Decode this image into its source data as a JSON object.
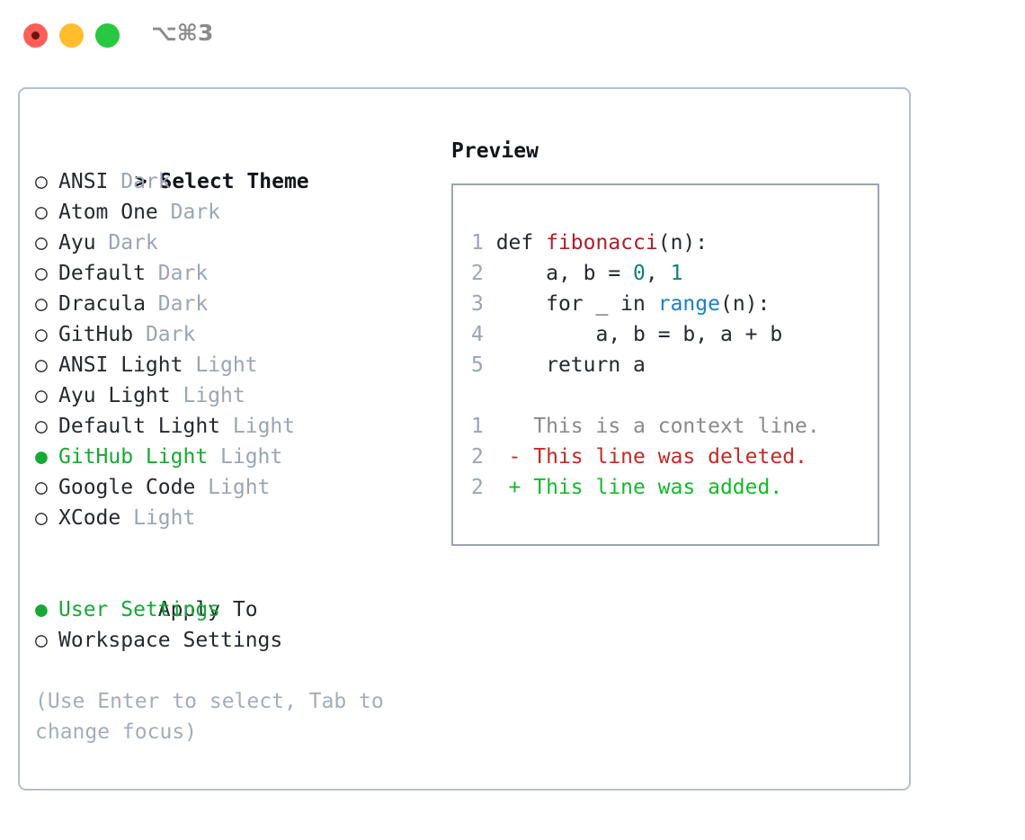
{
  "titlebar": {
    "shortcut": "⌥⌘3",
    "lights": [
      {
        "name": "close",
        "color": "#ff5f57"
      },
      {
        "name": "minimize",
        "color": "#ffbd2e"
      },
      {
        "name": "maximize",
        "color": "#28c840"
      }
    ]
  },
  "theme_list": {
    "header_prefix": "> ",
    "header": "Select Theme",
    "bullet_unselected": "○",
    "bullet_selected": "●",
    "selected_color": "#16a934",
    "items": [
      {
        "name": "ANSI",
        "variant": "Dark",
        "selected": false
      },
      {
        "name": "Atom One",
        "variant": "Dark",
        "selected": false
      },
      {
        "name": "Ayu",
        "variant": "Dark",
        "selected": false
      },
      {
        "name": "Default",
        "variant": "Dark",
        "selected": false
      },
      {
        "name": "Dracula",
        "variant": "Dark",
        "selected": false
      },
      {
        "name": "GitHub",
        "variant": "Dark",
        "selected": false
      },
      {
        "name": "ANSI Light",
        "variant": "Light",
        "selected": false
      },
      {
        "name": "Ayu Light",
        "variant": "Light",
        "selected": false
      },
      {
        "name": "Default Light",
        "variant": "Light",
        "selected": false
      },
      {
        "name": "GitHub Light",
        "variant": "Light",
        "selected": true
      },
      {
        "name": "Google Code",
        "variant": "Light",
        "selected": false
      },
      {
        "name": "XCode",
        "variant": "Light",
        "selected": false
      }
    ]
  },
  "apply_to": {
    "header": "Apply To",
    "items": [
      {
        "name": "User Settings",
        "selected": true
      },
      {
        "name": "Workspace Settings",
        "selected": false
      }
    ]
  },
  "hint": "(Use Enter to select, Tab to change focus)",
  "preview": {
    "title": "Preview",
    "code_lines": [
      {
        "number": "1",
        "tokens": [
          {
            "text": "def ",
            "type": "kw"
          },
          {
            "text": "fibonacci",
            "type": "fn"
          },
          {
            "text": "(n):",
            "type": "plain"
          }
        ]
      },
      {
        "number": "2",
        "tokens": [
          {
            "text": "    a, b = ",
            "type": "plain"
          },
          {
            "text": "0",
            "type": "num"
          },
          {
            "text": ", ",
            "type": "plain"
          },
          {
            "text": "1",
            "type": "num"
          }
        ]
      },
      {
        "number": "3",
        "tokens": [
          {
            "text": "    for _ in ",
            "type": "kw"
          },
          {
            "text": "range",
            "type": "call"
          },
          {
            "text": "(n):",
            "type": "plain"
          }
        ]
      },
      {
        "number": "4",
        "tokens": [
          {
            "text": "        a, b = b, a + b",
            "type": "plain"
          }
        ]
      },
      {
        "number": "5",
        "tokens": [
          {
            "text": "    return a",
            "type": "kw"
          }
        ]
      }
    ],
    "diff_lines": [
      {
        "number": "1",
        "marker": " ",
        "text": "This is a context line.",
        "kind": "context"
      },
      {
        "number": "2",
        "marker": "-",
        "text": "This line was deleted.",
        "kind": "deleted"
      },
      {
        "number": "2",
        "marker": "+",
        "text": "This line was added.",
        "kind": "added"
      }
    ]
  }
}
